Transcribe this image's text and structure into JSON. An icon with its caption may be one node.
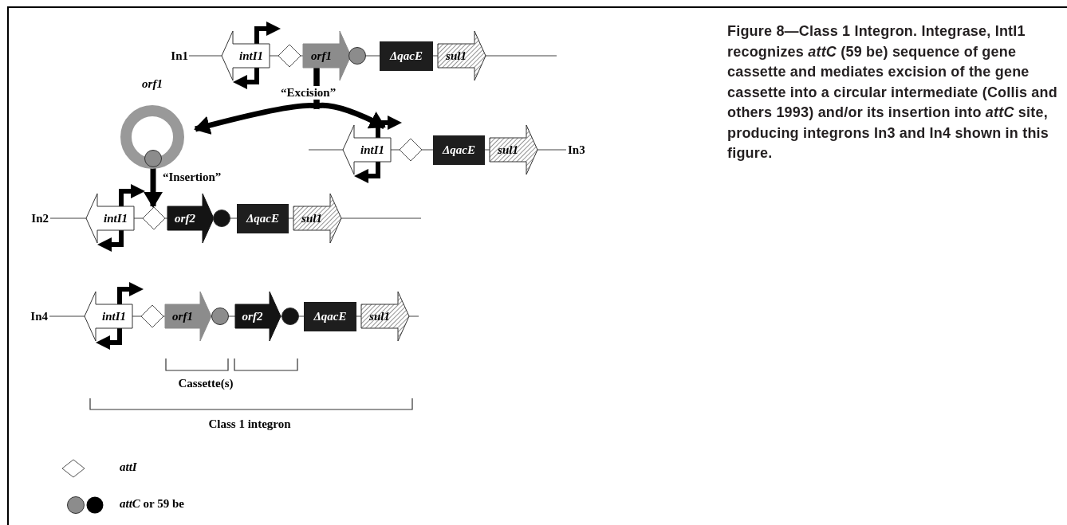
{
  "diagram": {
    "caption": "Figure 8—Class 1 Integron. Integrase, IntI1 recognizes *attC* (59 be) sequence of gene cassette and mediates excision of the gene cassette into a circular intermediate (Collis and others 1993) and/or its insertion into *attC* site, producing integrons In3 and In4 shown in this figure.",
    "nodes": [
      {
        "text": [
          "intI1"
        ]
      },
      {
        "text": [],
        "shape": "diamond"
      },
      {
        "text": [
          "orf1"
        ]
      },
      {
        "text": [],
        "shape": "circle"
      },
      {
        "text": [
          "ΔqacE"
        ]
      },
      {
        "text": [
          "sul1"
        ]
      },
      {
        "text": [
          "orf1"
        ]
      },
      {
        "text": [],
        "shape": "circle"
      },
      {
        "text": [
          "intI1"
        ]
      },
      {
        "text": [],
        "shape": "diamond"
      },
      {
        "text": [
          "ΔqacE"
        ]
      },
      {
        "text": [
          "sul1"
        ]
      },
      {
        "text": [
          "intI1"
        ]
      },
      {
        "text": [],
        "shape": "diamond"
      },
      {
        "text": [
          "orf2"
        ]
      },
      {
        "text": [],
        "shape": "circle"
      },
      {
        "text": [
          "ΔqacE"
        ]
      },
      {
        "text": [
          "sul1"
        ]
      },
      {
        "text": [
          "intI1"
        ]
      },
      {
        "text": [],
        "shape": "diamond"
      },
      {
        "text": [
          "orf1"
        ]
      },
      {
        "text": [],
        "shape": "circle"
      },
      {
        "text": [
          "orf2"
        ]
      },
      {
        "text": [],
        "shape": "circle"
      },
      {
        "text": [
          "ΔqacE"
        ]
      },
      {
        "text": [
          "sul1"
        ]
      }
    ],
    "edges": [
      {
        "from": 2,
        "to": 6,
        "arrow": "to",
        "label": "“Excision”"
      },
      {
        "from": 2,
        "to": 8,
        "arrow": "to"
      },
      {
        "from": 7,
        "to": 13,
        "arrow": "to",
        "label": "“Insertion”"
      }
    ],
    "labels": [
      "In1",
      "In3",
      "In2",
      "In4",
      "Cassette(s)",
      "Class 1 integron"
    ],
    "legend": [
      {
        "text": "attI"
      },
      {
        "text": "*attC* or 59 be"
      }
    ]
  }
}
